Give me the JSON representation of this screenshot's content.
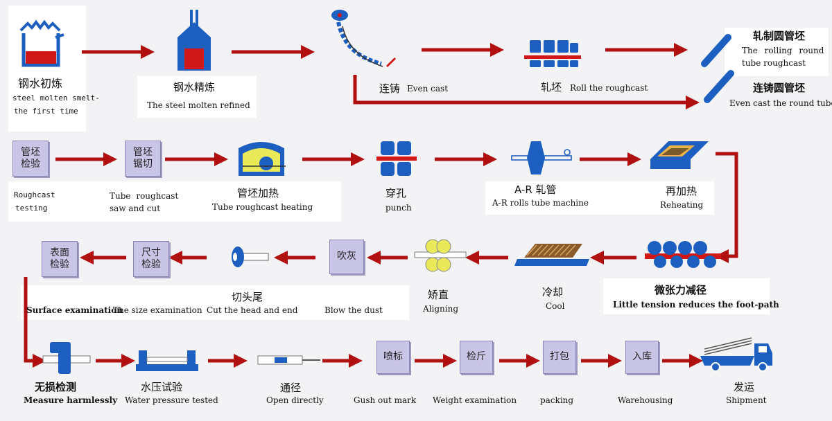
{
  "colors": {
    "arrow": "#b01010",
    "equipment": "#1d5fc0",
    "molten": "#d01818",
    "box": "#c9c5e6"
  },
  "row1": {
    "s1": {
      "zh": "钢水初炼",
      "en1": "steel molten smelt-",
      "en2": "the first time"
    },
    "s2": {
      "zh": "钢水精炼",
      "en": "The steel molten refined"
    },
    "s3": {
      "zh": "连铸",
      "en": "Even cast"
    },
    "s4": {
      "zh": "轧坯",
      "en": "Roll the roughcast"
    },
    "s5": {
      "zh": "轧制圆管坯",
      "en1": "The rolling round",
      "en2": "tube roughcast"
    },
    "s6": {
      "zh": "连铸圆管坯",
      "en": "Even cast the round tube"
    }
  },
  "row2": {
    "s1": {
      "box1": "管坯",
      "box2": "检验",
      "en1": "Roughcast",
      "en2": "testing"
    },
    "s2": {
      "box1": "管坯",
      "box2": "锯切",
      "en1": "Tube roughcast",
      "en2": "saw and cut"
    },
    "s3": {
      "zh": "管坯加热",
      "en": "Tube roughcast heating"
    },
    "s4": {
      "zh": "穿孔",
      "en": "punch"
    },
    "s5": {
      "zh": "A-R 轧管",
      "en": "A-R rolls tube machine"
    },
    "s6": {
      "zh": "再加热",
      "en": "Reheating"
    }
  },
  "row3": {
    "s1": {
      "box1": "表面",
      "box2": "检验",
      "en": "Surface examination"
    },
    "s2": {
      "box1": "尺寸",
      "box2": "检验",
      "en": "The size examination"
    },
    "s3": {
      "zh": "切头尾",
      "en": "Cut the head and end"
    },
    "s4": {
      "box": "吹灰",
      "en": "Blow the dust"
    },
    "s5": {
      "zh": "矫直",
      "en": "Aligning"
    },
    "s6": {
      "zh": "冷却",
      "en": "Cool"
    },
    "s7": {
      "zh": "微张力减径",
      "en": "Little tension reduces the foot-path"
    }
  },
  "row4": {
    "s1": {
      "zh": "无损检测",
      "en": "Measure harmlessly"
    },
    "s2": {
      "zh": "水压试验",
      "en": "Water pressure tested"
    },
    "s3": {
      "zh": "通径",
      "en": "Open directly"
    },
    "s4": {
      "box": "喷标",
      "en": "Gush out mark"
    },
    "s5": {
      "box": "检斤",
      "en": "Weight examination"
    },
    "s6": {
      "box": "打包",
      "en": "packing"
    },
    "s7": {
      "box": "入库",
      "en": "Warehousing"
    },
    "s8": {
      "zh": "发运",
      "en": "Shipment"
    }
  }
}
